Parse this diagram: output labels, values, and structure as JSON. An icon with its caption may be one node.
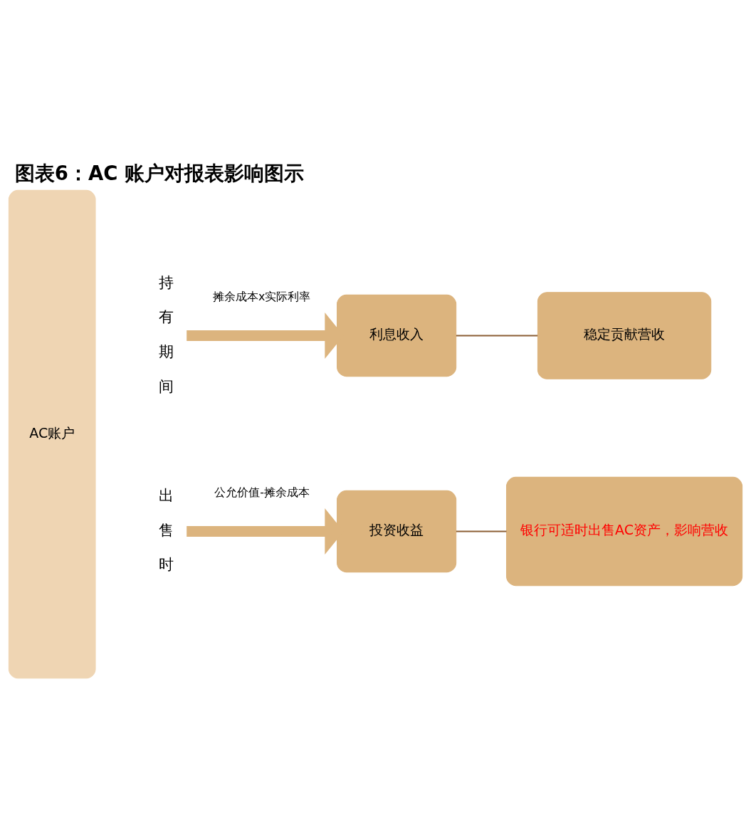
{
  "diagram": {
    "title": "图表6：AC 账户对报表影响图示",
    "nodes": [
      {
        "text": [
          "AC账户"
        ]
      },
      {
        "text": [
          "持有期间"
        ]
      },
      {
        "text": [
          "利息收入"
        ]
      },
      {
        "text": [
          "稳定贡献营收"
        ]
      },
      {
        "text": [
          "出售时"
        ]
      },
      {
        "text": [
          "投资收益"
        ]
      },
      {
        "text": [
          "银行可适时出售AC资产，影响营收"
        ]
      }
    ],
    "edges": [
      {
        "from": 1,
        "to": 2,
        "arrow": "to",
        "label": "摊余成本x实际利率",
        "style": "thick",
        "color": "#dcb47e"
      },
      {
        "from": 2,
        "to": 3,
        "arrow": "none",
        "color": "#8b5e34"
      },
      {
        "from": 4,
        "to": 5,
        "arrow": "to",
        "label": "公允价值-摊余成本",
        "style": "thick",
        "color": "#dcb47e"
      },
      {
        "from": 5,
        "to": 6,
        "arrow": "none",
        "color": "#8b5e34"
      }
    ]
  }
}
